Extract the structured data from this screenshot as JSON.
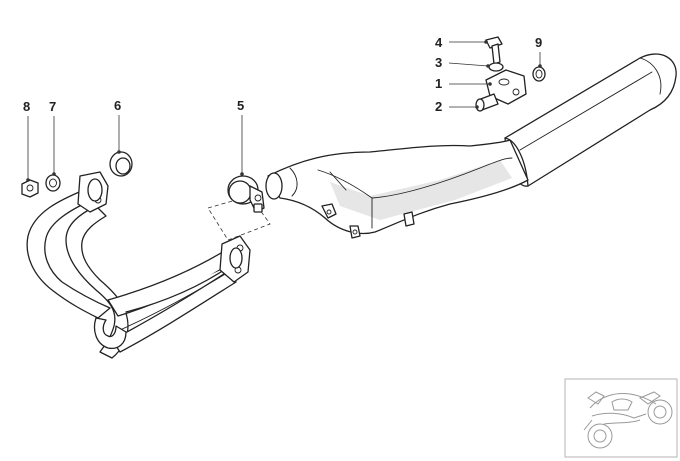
{
  "diagram": {
    "callouts": [
      {
        "id": "callout-1",
        "label": "1"
      },
      {
        "id": "callout-2",
        "label": "2"
      },
      {
        "id": "callout-3",
        "label": "3"
      },
      {
        "id": "callout-4",
        "label": "4"
      },
      {
        "id": "callout-5",
        "label": "5"
      },
      {
        "id": "callout-6",
        "label": "6"
      },
      {
        "id": "callout-7",
        "label": "7"
      },
      {
        "id": "callout-8",
        "label": "8"
      },
      {
        "id": "callout-9",
        "label": "9"
      }
    ],
    "colors": {
      "line": "#222222",
      "shading": "#e6e6e6",
      "thumbnail_line": "#9a9a9a"
    },
    "parts": [
      "exhaust-manifold",
      "manifold-gasket",
      "clamp-ring",
      "nut",
      "stud",
      "pipe-clamp",
      "muffler",
      "bracket",
      "bushing",
      "washer",
      "bolt",
      "o-ring"
    ],
    "thumbnail": {
      "icon": "motorcycle-icon"
    }
  }
}
